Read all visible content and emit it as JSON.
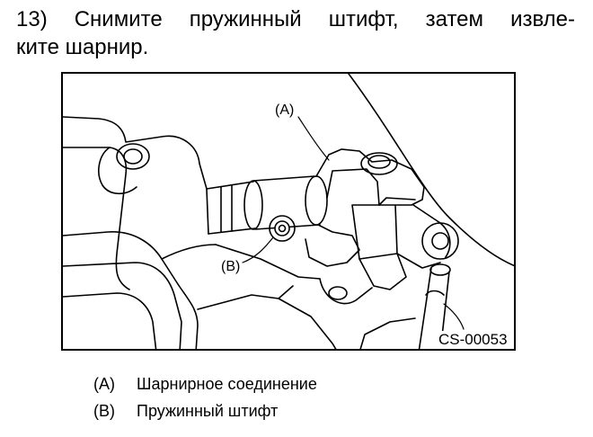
{
  "instruction": {
    "line1_words": [
      "13) Снимите",
      "пружинный",
      "штифт,",
      "затем",
      "извле-"
    ],
    "line2": "ките шарнир."
  },
  "figure": {
    "code": "CS-00053",
    "callouts": {
      "a": "(A)",
      "b": "(B)"
    }
  },
  "legend": [
    {
      "key": "(A)",
      "text": "Шарнирное соединение"
    },
    {
      "key": "(B)",
      "text": "Пружинный штифт"
    }
  ]
}
